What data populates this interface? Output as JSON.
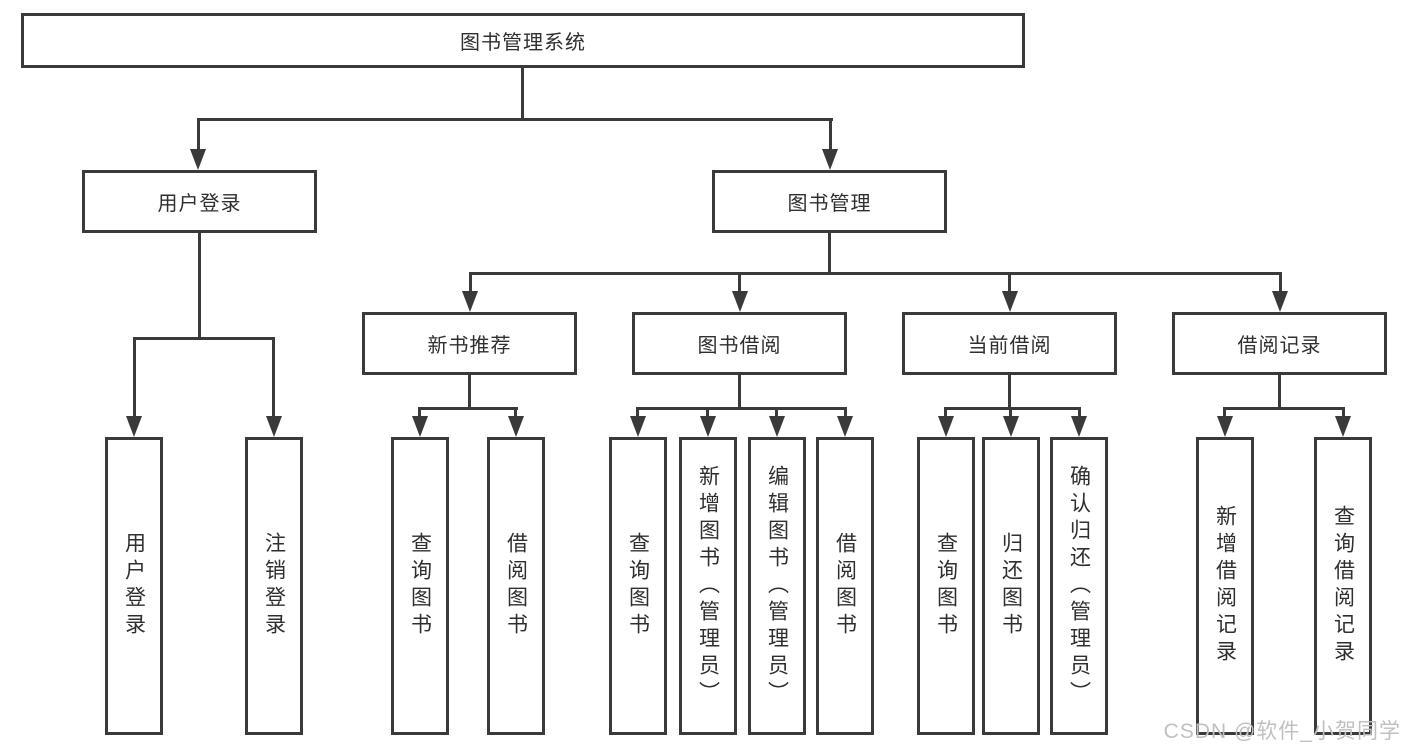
{
  "diagram": {
    "root": "图书管理系统",
    "level2": [
      "用户登录",
      "图书管理"
    ],
    "level3": [
      "新书推荐",
      "图书借阅",
      "当前借阅",
      "借阅记录"
    ],
    "leaves": {
      "user_login": [
        "用户登录",
        "注销登录"
      ],
      "new_book_recommend": [
        "查询图书",
        "借阅图书"
      ],
      "book_borrow": [
        "查询图书",
        "新增图书（管理员）",
        "编辑图书（管理员）",
        "借阅图书"
      ],
      "current_borrow": [
        "查询图书",
        "归还图书",
        "确认归还（管理员）"
      ],
      "borrow_record": [
        "新增借阅记录",
        "查询借阅记录"
      ]
    },
    "line_color": "#3a3a3a"
  },
  "watermark": {
    "text": "CSDN @软件_小贺同学",
    "color": "#c0c0c0"
  }
}
